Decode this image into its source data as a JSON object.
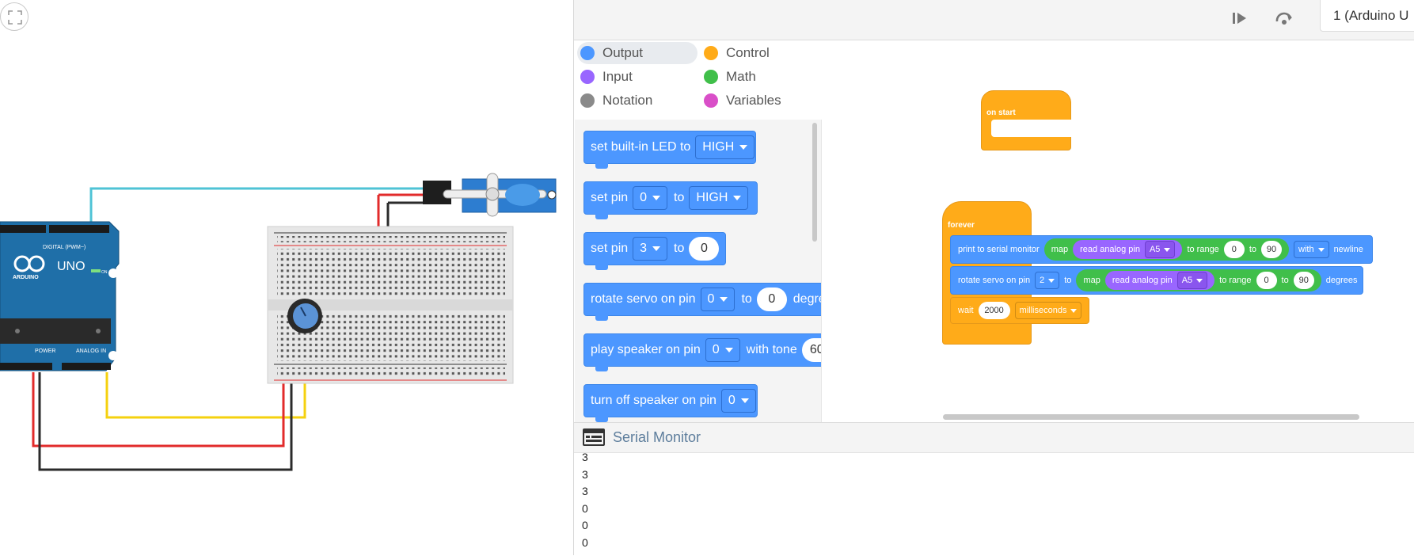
{
  "toolbar": {
    "device_label": "1 (Arduino U"
  },
  "circuit": {
    "board_brand": "ARDUINO",
    "board_model": "UNO",
    "digital_label": "DIGITAL (PWM~)",
    "power_label": "POWER",
    "analog_label": "ANALOG IN",
    "on_label": "ON",
    "wire_colors": {
      "signal": "#4fc3d6",
      "power": "#e22b2b",
      "ground": "#2b2b2b",
      "analog": "#f5d10f"
    }
  },
  "categories": [
    {
      "label": "Output",
      "color": "#4c97ff"
    },
    {
      "label": "Control",
      "color": "#ffab19"
    },
    {
      "label": "Input",
      "color": "#9966ff"
    },
    {
      "label": "Math",
      "color": "#40bf4a"
    },
    {
      "label": "Notation",
      "color": "#8a8a8a"
    },
    {
      "label": "Variables",
      "color": "#d94fc8"
    }
  ],
  "flyout": {
    "b1_text": "set built-in LED to",
    "b1_dd": "HIGH",
    "b2_text": "set pin",
    "b2_dd1": "0",
    "b2_to": "to",
    "b2_dd2": "HIGH",
    "b3_text": "set pin",
    "b3_dd": "3",
    "b3_to": "to",
    "b3_val": "0",
    "b4_text": "rotate servo on pin",
    "b4_dd": "0",
    "b4_to": "to",
    "b4_val": "0",
    "b4_tail": "degre",
    "b5_text": "play speaker on pin",
    "b5_dd": "0",
    "b5_mid": "with tone",
    "b5_val": "60",
    "b6_text": "turn off speaker on pin",
    "b6_dd": "0"
  },
  "workspace": {
    "on_start": "on start",
    "forever": "forever",
    "print_label": "print to serial monitor",
    "map1": "map",
    "read1": "read analog pin",
    "read1_pin": "A5",
    "to_range1": "to range",
    "r1_min": "0",
    "r1_to": "to",
    "r1_max": "90",
    "with_dd": "with",
    "newline": "newline",
    "rotate_label": "rotate servo on pin",
    "rotate_pin": "2",
    "rotate_to": "to",
    "map2": "map",
    "read2": "read analog pin",
    "read2_pin": "A5",
    "to_range2": "to range",
    "r2_min": "0",
    "r2_to": "to",
    "r2_max": "90",
    "degrees": "degrees",
    "wait_label": "wait",
    "wait_val": "2000",
    "wait_unit": "milliseconds"
  },
  "serial": {
    "title": "Serial Monitor",
    "lines": [
      "3",
      "3",
      "3",
      "0",
      "0",
      "0"
    ]
  }
}
